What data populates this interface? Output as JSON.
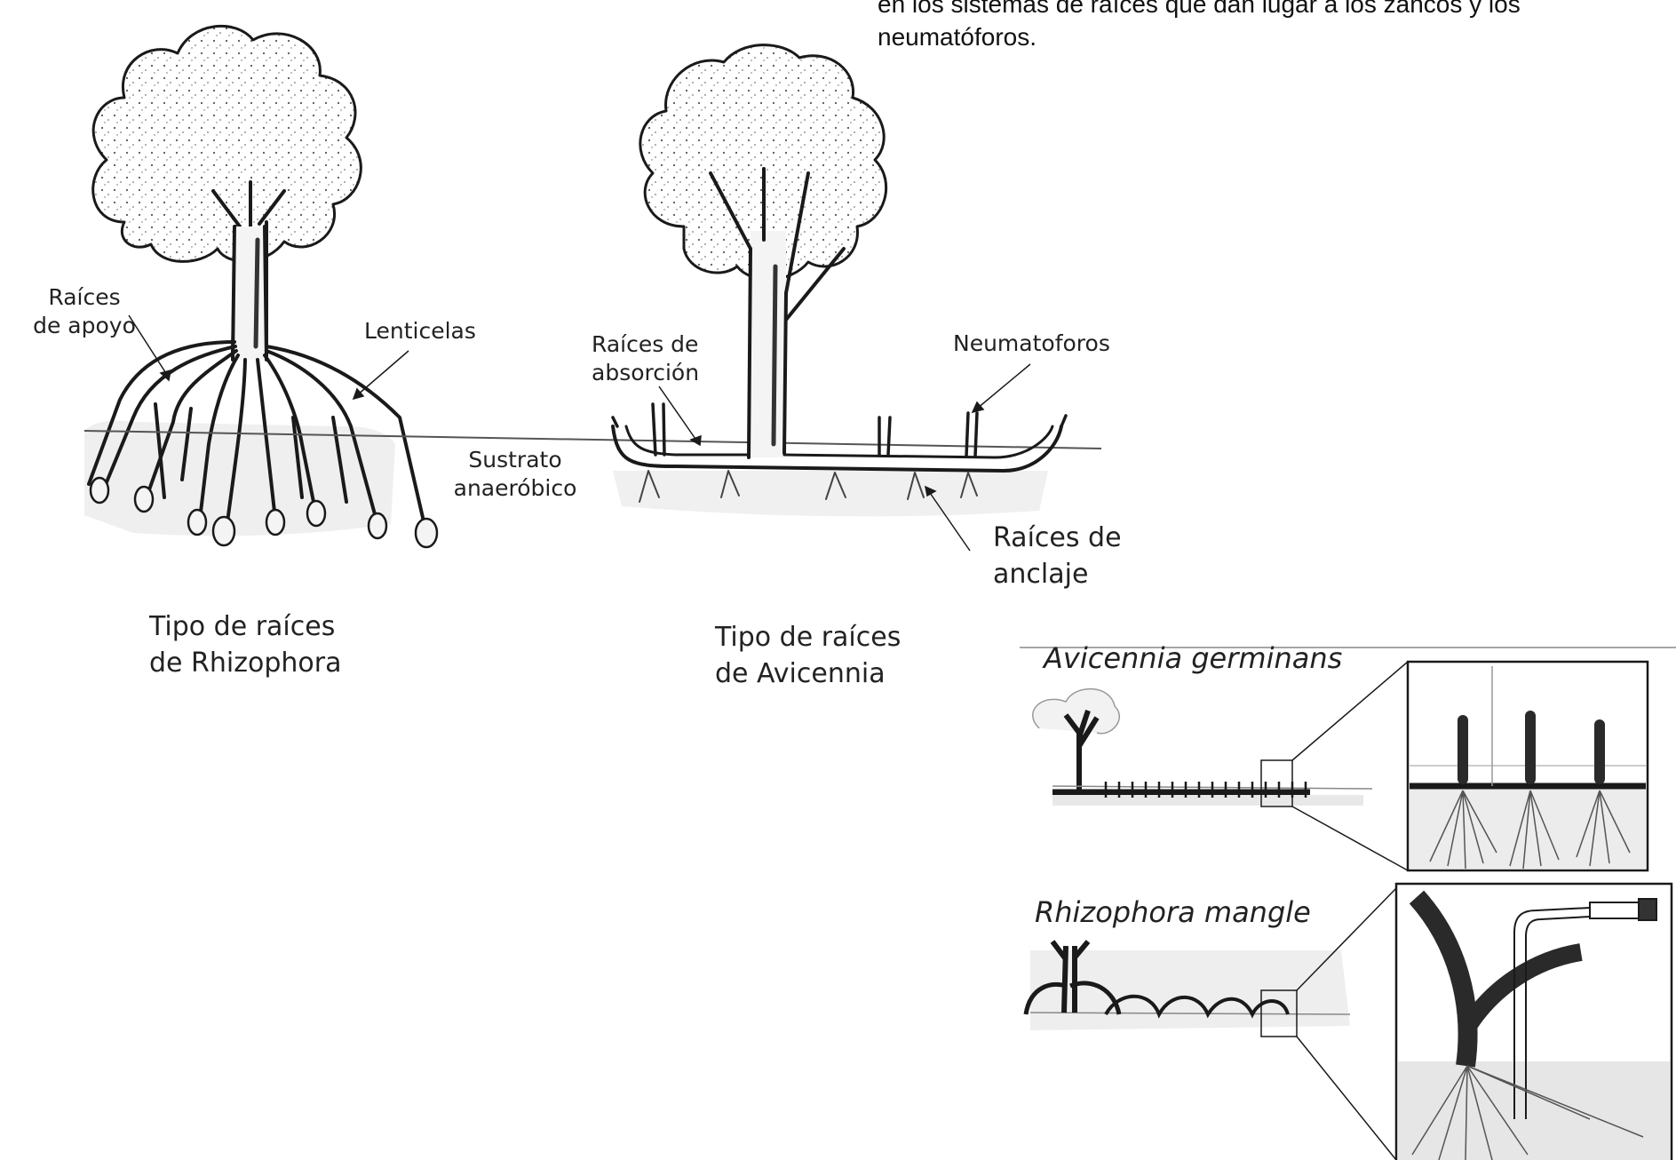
{
  "caption": "en los sistemas de raíces  que  dan lugar a los zancos y los neumatóforos.",
  "rhizophora_diagram": {
    "label_raices_apoyo": [
      "Raíces",
      "de apoyo"
    ],
    "label_lenticelas": "Lenticelas",
    "title": [
      "Tipo de raíces",
      "de Rhizophora"
    ]
  },
  "substrate_label": [
    "Sustrato",
    "anaeróbico"
  ],
  "avicennia_diagram": {
    "label_raices_absorcion": [
      "Raíces de",
      "absorción"
    ],
    "label_neumatoforos": "Neumatoforos",
    "label_raices_anclaje": [
      "Raíces de",
      "anclaje"
    ],
    "title": [
      "Tipo de raíces",
      "de Avicennia"
    ]
  },
  "species_panels": [
    {
      "name": "Avicennia germinans"
    },
    {
      "name": "Rhizophora mangle"
    }
  ],
  "colors": {
    "ink": "#1a1a1a",
    "sediment": "#e6e6e6",
    "background": "#ffffff"
  }
}
